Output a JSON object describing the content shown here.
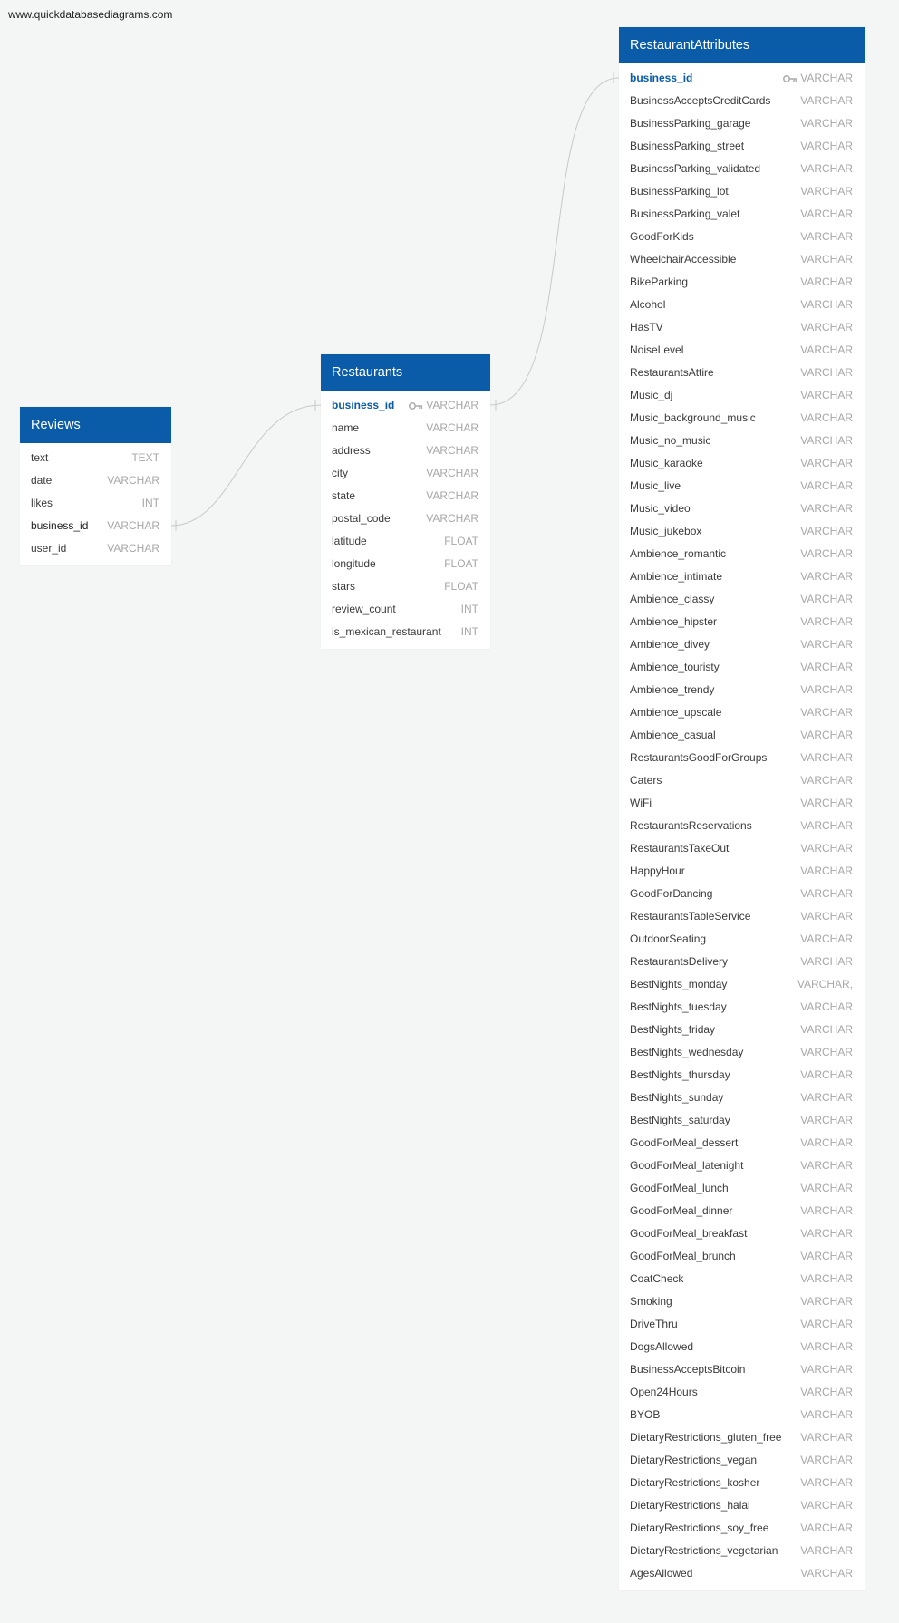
{
  "watermark": "www.quickdatabasediagrams.com",
  "tables": {
    "reviews": {
      "title": "Reviews",
      "fields": [
        {
          "name": "text",
          "type": "TEXT"
        },
        {
          "name": "date",
          "type": "VARCHAR"
        },
        {
          "name": "likes",
          "type": "INT"
        },
        {
          "name": "business_id",
          "type": "VARCHAR",
          "fk": true
        },
        {
          "name": "user_id",
          "type": "VARCHAR"
        }
      ]
    },
    "restaurants": {
      "title": "Restaurants",
      "fields": [
        {
          "name": "business_id",
          "type": "VARCHAR",
          "pk": true
        },
        {
          "name": "name",
          "type": "VARCHAR"
        },
        {
          "name": "address",
          "type": "VARCHAR"
        },
        {
          "name": "city",
          "type": "VARCHAR"
        },
        {
          "name": "state",
          "type": "VARCHAR"
        },
        {
          "name": "postal_code",
          "type": "VARCHAR"
        },
        {
          "name": "latitude",
          "type": "FLOAT"
        },
        {
          "name": "longitude",
          "type": "FLOAT"
        },
        {
          "name": "stars",
          "type": "FLOAT"
        },
        {
          "name": "review_count",
          "type": "INT"
        },
        {
          "name": "is_mexican_restaurant",
          "type": "INT"
        }
      ]
    },
    "attributes": {
      "title": "RestaurantAttributes",
      "fields": [
        {
          "name": "business_id",
          "type": "VARCHAR",
          "pk": true
        },
        {
          "name": "BusinessAcceptsCreditCards",
          "type": "VARCHAR"
        },
        {
          "name": "BusinessParking_garage",
          "type": "VARCHAR"
        },
        {
          "name": "BusinessParking_street",
          "type": "VARCHAR"
        },
        {
          "name": "BusinessParking_validated",
          "type": "VARCHAR"
        },
        {
          "name": "BusinessParking_lot",
          "type": "VARCHAR"
        },
        {
          "name": "BusinessParking_valet",
          "type": "VARCHAR"
        },
        {
          "name": "GoodForKids",
          "type": "VARCHAR"
        },
        {
          "name": "WheelchairAccessible",
          "type": "VARCHAR"
        },
        {
          "name": "BikeParking",
          "type": "VARCHAR"
        },
        {
          "name": "Alcohol",
          "type": "VARCHAR"
        },
        {
          "name": "HasTV",
          "type": "VARCHAR"
        },
        {
          "name": "NoiseLevel",
          "type": "VARCHAR"
        },
        {
          "name": "RestaurantsAttire",
          "type": "VARCHAR"
        },
        {
          "name": "Music_dj",
          "type": "VARCHAR"
        },
        {
          "name": "Music_background_music",
          "type": "VARCHAR"
        },
        {
          "name": "Music_no_music",
          "type": "VARCHAR"
        },
        {
          "name": "Music_karaoke",
          "type": "VARCHAR"
        },
        {
          "name": "Music_live",
          "type": "VARCHAR"
        },
        {
          "name": "Music_video",
          "type": "VARCHAR"
        },
        {
          "name": "Music_jukebox",
          "type": "VARCHAR"
        },
        {
          "name": "Ambience_romantic",
          "type": "VARCHAR"
        },
        {
          "name": "Ambience_intimate",
          "type": "VARCHAR"
        },
        {
          "name": "Ambience_classy",
          "type": "VARCHAR"
        },
        {
          "name": "Ambience_hipster",
          "type": "VARCHAR"
        },
        {
          "name": "Ambience_divey",
          "type": "VARCHAR"
        },
        {
          "name": "Ambience_touristy",
          "type": "VARCHAR"
        },
        {
          "name": "Ambience_trendy",
          "type": "VARCHAR"
        },
        {
          "name": "Ambience_upscale",
          "type": "VARCHAR"
        },
        {
          "name": "Ambience_casual",
          "type": "VARCHAR"
        },
        {
          "name": "RestaurantsGoodForGroups",
          "type": "VARCHAR"
        },
        {
          "name": "Caters",
          "type": "VARCHAR"
        },
        {
          "name": "WiFi",
          "type": "VARCHAR"
        },
        {
          "name": "RestaurantsReservations",
          "type": "VARCHAR"
        },
        {
          "name": "RestaurantsTakeOut",
          "type": "VARCHAR"
        },
        {
          "name": "HappyHour",
          "type": "VARCHAR"
        },
        {
          "name": "GoodForDancing",
          "type": "VARCHAR"
        },
        {
          "name": "RestaurantsTableService",
          "type": "VARCHAR"
        },
        {
          "name": "OutdoorSeating",
          "type": "VARCHAR"
        },
        {
          "name": "RestaurantsDelivery",
          "type": "VARCHAR"
        },
        {
          "name": "BestNights_monday",
          "type": "VARCHAR,"
        },
        {
          "name": "BestNights_tuesday",
          "type": "VARCHAR"
        },
        {
          "name": "BestNights_friday",
          "type": "VARCHAR"
        },
        {
          "name": "BestNights_wednesday",
          "type": "VARCHAR"
        },
        {
          "name": "BestNights_thursday",
          "type": "VARCHAR"
        },
        {
          "name": "BestNights_sunday",
          "type": "VARCHAR"
        },
        {
          "name": "BestNights_saturday",
          "type": "VARCHAR"
        },
        {
          "name": "GoodForMeal_dessert",
          "type": "VARCHAR"
        },
        {
          "name": "GoodForMeal_latenight",
          "type": "VARCHAR"
        },
        {
          "name": "GoodForMeal_lunch",
          "type": "VARCHAR"
        },
        {
          "name": "GoodForMeal_dinner",
          "type": "VARCHAR"
        },
        {
          "name": "GoodForMeal_breakfast",
          "type": "VARCHAR"
        },
        {
          "name": "GoodForMeal_brunch",
          "type": "VARCHAR"
        },
        {
          "name": "CoatCheck",
          "type": "VARCHAR"
        },
        {
          "name": "Smoking",
          "type": "VARCHAR"
        },
        {
          "name": "DriveThru",
          "type": "VARCHAR"
        },
        {
          "name": "DogsAllowed",
          "type": "VARCHAR"
        },
        {
          "name": "BusinessAcceptsBitcoin",
          "type": "VARCHAR"
        },
        {
          "name": "Open24Hours",
          "type": "VARCHAR"
        },
        {
          "name": "BYOB",
          "type": "VARCHAR"
        },
        {
          "name": "DietaryRestrictions_gluten_free",
          "type": "VARCHAR"
        },
        {
          "name": "DietaryRestrictions_vegan",
          "type": "VARCHAR"
        },
        {
          "name": "DietaryRestrictions_kosher",
          "type": "VARCHAR"
        },
        {
          "name": "DietaryRestrictions_halal",
          "type": "VARCHAR"
        },
        {
          "name": "DietaryRestrictions_soy_free",
          "type": "VARCHAR"
        },
        {
          "name": "DietaryRestrictions_vegetarian",
          "type": "VARCHAR"
        },
        {
          "name": "AgesAllowed",
          "type": "VARCHAR"
        }
      ]
    }
  },
  "colors": {
    "header": "#0a5ca8",
    "background": "#f4f6f6",
    "connector": "#c8c8c8"
  },
  "icons": {
    "primary_key": "key-icon"
  }
}
